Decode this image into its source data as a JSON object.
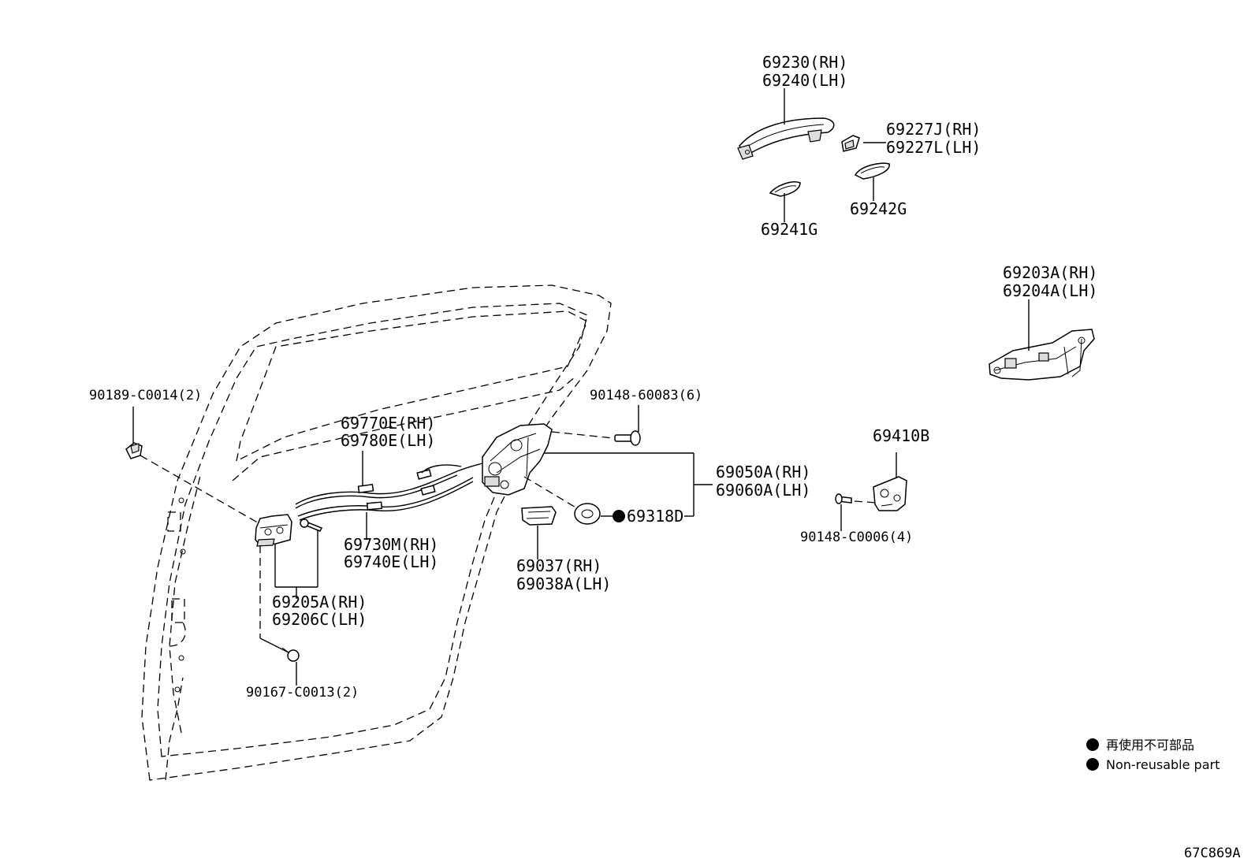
{
  "diagram": {
    "labels": {
      "p69230": "69230(RH)",
      "p69240": "69240(LH)",
      "p69227J": "69227J(RH)",
      "p69227L": "69227L(LH)",
      "p69241G": "69241G",
      "p69242G": "69242G",
      "p69203A": "69203A(RH)",
      "p69204A": "69204A(LH)",
      "p90189": "90189-C0014(2)",
      "p90148_60083": "90148-60083(6)",
      "p69770E": "69770E(RH)",
      "p69780E": "69780E(LH)",
      "p69410B": "69410B",
      "p69050A": "69050A(RH)",
      "p69060A": "69060A(LH)",
      "p69318D": "69318D",
      "p90148_C0006": "90148-C0006(4)",
      "p69730M": "69730M(RH)",
      "p69740E": "69740E(LH)",
      "p69037": "69037(RH)",
      "p69038A": "69038A(LH)",
      "p69205A": "69205A(RH)",
      "p69206C": "69206C(LH)",
      "p90167": "90167-C0013(2)"
    },
    "legend": {
      "line_ja": "再使用不可部品",
      "line_en": "Non-reusable part"
    },
    "diagram_code": "67C869A"
  }
}
